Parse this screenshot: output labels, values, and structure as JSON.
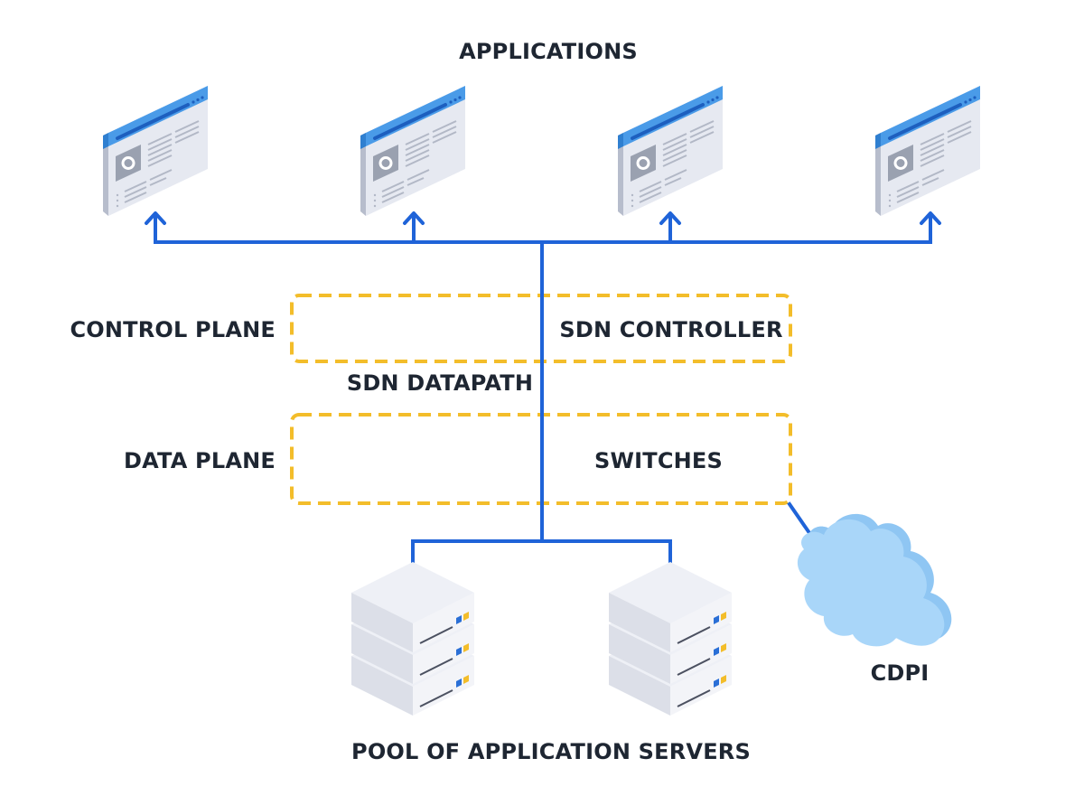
{
  "diagram": {
    "title": "APPLICATIONS",
    "applications": [
      {
        "name": "application-1",
        "icon": "app-window-icon"
      },
      {
        "name": "application-2",
        "icon": "app-window-icon"
      },
      {
        "name": "application-3",
        "icon": "app-window-icon"
      },
      {
        "name": "application-4",
        "icon": "app-window-icon"
      }
    ],
    "layers": {
      "control_plane": {
        "side_label": "CONTROL PLANE",
        "box_label": "SDN CONTROLLER"
      },
      "datapath_label": "SDN DATAPATH",
      "data_plane": {
        "side_label": "DATA PLANE",
        "box_label": "SWITCHES"
      }
    },
    "servers": {
      "label": "POOL OF APPLICATION SERVERS",
      "items": [
        {
          "name": "server-stack-1",
          "icon": "server-stack-icon",
          "units": 3
        },
        {
          "name": "server-stack-2",
          "icon": "server-stack-icon",
          "units": 3
        }
      ]
    },
    "cloud": {
      "label": "CDPI",
      "icon": "cloud-icon"
    },
    "colors": {
      "connector": "#1f63d8",
      "dashed_box": "#f3bd2a",
      "text": "#1e2632",
      "app_header": "#4a9be8",
      "cloud": "#a9d6f9",
      "server_light": "#eaedf4",
      "led_blue": "#2a6fd6",
      "led_yellow": "#f3bd2a"
    }
  }
}
